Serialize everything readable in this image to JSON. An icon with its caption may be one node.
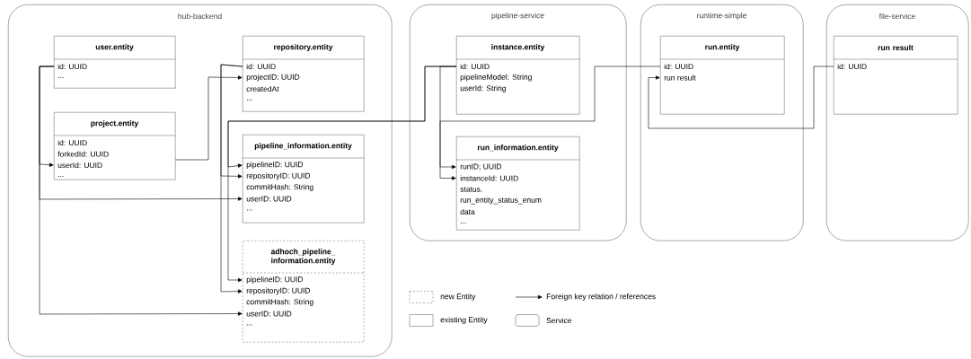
{
  "diagram": {
    "nodes": [
      {
        "text": [
          "hub-backend"
        ]
      },
      {
        "text": [
          "user.entity",
          "id: UUID",
          "..."
        ],
        "in": 0
      },
      {
        "text": [
          "repository.entity",
          "id: UUID",
          "projectID: UUID",
          "createdAt",
          "..."
        ],
        "in": 0
      },
      {
        "text": [
          "project.entity",
          "id: UUID",
          "forkedId: UUID",
          "userId: UUID",
          "..."
        ],
        "in": 0
      },
      {
        "text": [
          "pipeline_information.entity",
          "pipelineID: UUID",
          "repositoryID: UUID",
          "commitHash: String",
          "userID: UUID",
          "..."
        ],
        "in": 0
      },
      {
        "text": [
          "adhoch_pipeline_ information.entity",
          "pipelineID: UUID",
          "repositoryID: UUID",
          "commitHash: String",
          "userID: UUID",
          "..."
        ],
        "in": 0
      },
      {
        "text": [
          "pipeline-service"
        ]
      },
      {
        "text": [
          "instance.entity",
          "id: UUID",
          "pipelineModel: String",
          "userId: String"
        ],
        "in": 6
      },
      {
        "text": [
          "run_information.entity",
          "runID; UUID",
          "instanceId: UUID",
          "status.",
          "run_entity_status_enum",
          "data",
          "..."
        ],
        "in": 6
      },
      {
        "text": [
          "runtime-simple"
        ]
      },
      {
        "text": [
          "run.entity",
          "id: UUID",
          "run result"
        ],
        "in": 9
      },
      {
        "text": [
          "file-service"
        ]
      },
      {
        "text": [
          "run result",
          "id: UUID"
        ],
        "in": 11
      }
    ],
    "edges": [
      {
        "from": 1,
        "to": 3,
        "arrow": "to"
      },
      {
        "from": 1,
        "to": 4,
        "arrow": "to"
      },
      {
        "from": 1,
        "to": 5,
        "arrow": "to"
      },
      {
        "from": 3,
        "to": 2,
        "arrow": "to"
      },
      {
        "from": 2,
        "to": 4,
        "arrow": "to"
      },
      {
        "from": 2,
        "to": 5,
        "arrow": "to"
      },
      {
        "from": 7,
        "to": 4,
        "arrow": "to"
      },
      {
        "from": 7,
        "to": 5,
        "arrow": "to"
      },
      {
        "from": 10,
        "to": 8,
        "arrow": "to"
      },
      {
        "from": 7,
        "to": 8,
        "arrow": "to"
      },
      {
        "from": 12,
        "to": 10,
        "arrow": "to"
      }
    ],
    "legend": [
      {
        "text": "new Entity"
      },
      {
        "text": "Foreign key relation / references"
      },
      {
        "text": "existing Entity"
      },
      {
        "text": "Service"
      }
    ]
  }
}
